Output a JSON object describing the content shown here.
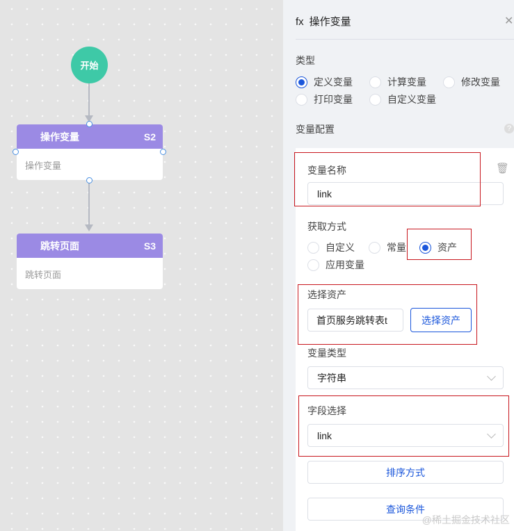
{
  "flow": {
    "start": "开始",
    "nodes": [
      {
        "title": "操作变量",
        "id": "S2",
        "body": "操作变量"
      },
      {
        "title": "跳转页面",
        "id": "S3",
        "body": "跳转页面"
      }
    ]
  },
  "panel": {
    "icon": "fx",
    "title": "操作变量",
    "type_label": "类型",
    "types": [
      {
        "label": "定义变量",
        "checked": true
      },
      {
        "label": "计算变量"
      },
      {
        "label": "修改变量"
      },
      {
        "label": "打印变量"
      },
      {
        "label": "自定义变量"
      }
    ],
    "config_label": "变量配置",
    "var_name_label": "变量名称",
    "var_name_value": "link",
    "source_label": "获取方式",
    "sources": [
      {
        "label": "自定义"
      },
      {
        "label": "常量"
      },
      {
        "label": "资产",
        "checked": true
      },
      {
        "label": "应用变量"
      }
    ],
    "asset_label": "选择资产",
    "asset_value": "首页服务跳转表t",
    "asset_button": "选择资产",
    "var_type_label": "变量类型",
    "var_type_value": "字符串",
    "field_label": "字段选择",
    "field_value": "link",
    "sort_button": "排序方式",
    "query_button": "查询条件"
  },
  "watermark": "@稀土掘金技术社区",
  "colors": {
    "node_header": "#9b8ae4",
    "start": "#3ec9a7",
    "accent": "#1a56db",
    "highlight": "#c8161d"
  }
}
